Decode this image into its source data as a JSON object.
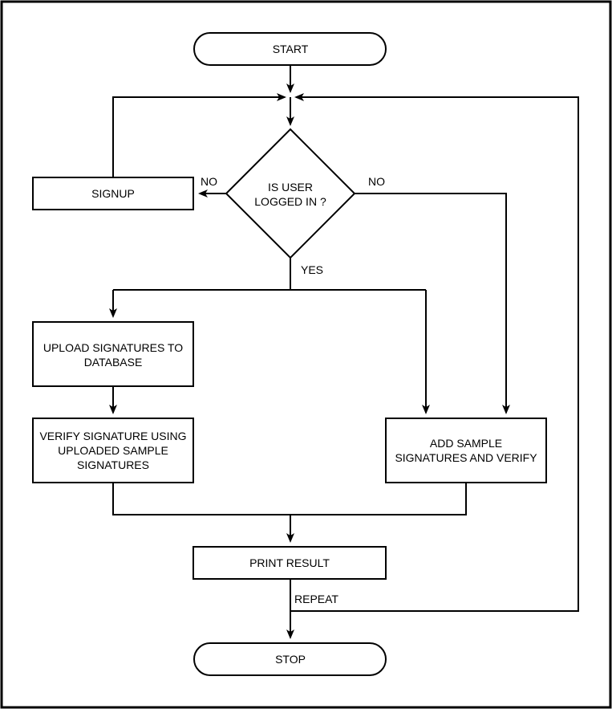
{
  "diagram": {
    "nodes": {
      "start": {
        "label": "START"
      },
      "decision": {
        "lines": [
          "IS USER",
          "LOGGED IN ?"
        ]
      },
      "signup": {
        "label": "SIGNUP"
      },
      "upload": {
        "lines": [
          "UPLOAD SIGNATURES TO",
          "DATABASE"
        ]
      },
      "verify": {
        "lines": [
          "VERIFY SIGNATURE USING",
          "UPLOADED SAMPLE",
          "SIGNATURES"
        ]
      },
      "add_sample": {
        "lines": [
          "ADD SAMPLE",
          "SIGNATURES AND VERIFY"
        ]
      },
      "print": {
        "label": "PRINT RESULT"
      },
      "stop": {
        "label": "STOP"
      }
    },
    "edge_labels": {
      "no_left": "NO",
      "no_right": "NO",
      "yes": "YES",
      "repeat": "REPEAT"
    }
  }
}
